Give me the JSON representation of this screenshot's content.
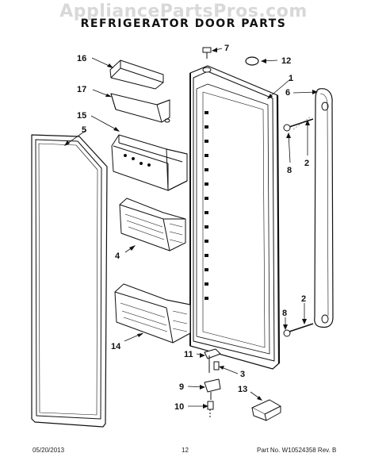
{
  "watermark": "AppliancePartsPros.com",
  "title": "REFRIGERATOR DOOR PARTS",
  "footer": {
    "date": "05/20/2013",
    "page": "12",
    "part_number": "Part No. W10524358  Rev. B"
  },
  "callouts": {
    "c1": "1",
    "c2a": "2",
    "c2b": "2",
    "c3": "3",
    "c4": "4",
    "c5": "5",
    "c6": "6",
    "c7": "7",
    "c8a": "8",
    "c8b": "8",
    "c9": "9",
    "c10": "10",
    "c11": "11",
    "c12": "12",
    "c13": "13",
    "c14": "14",
    "c15": "15",
    "c16": "16",
    "c17": "17"
  }
}
